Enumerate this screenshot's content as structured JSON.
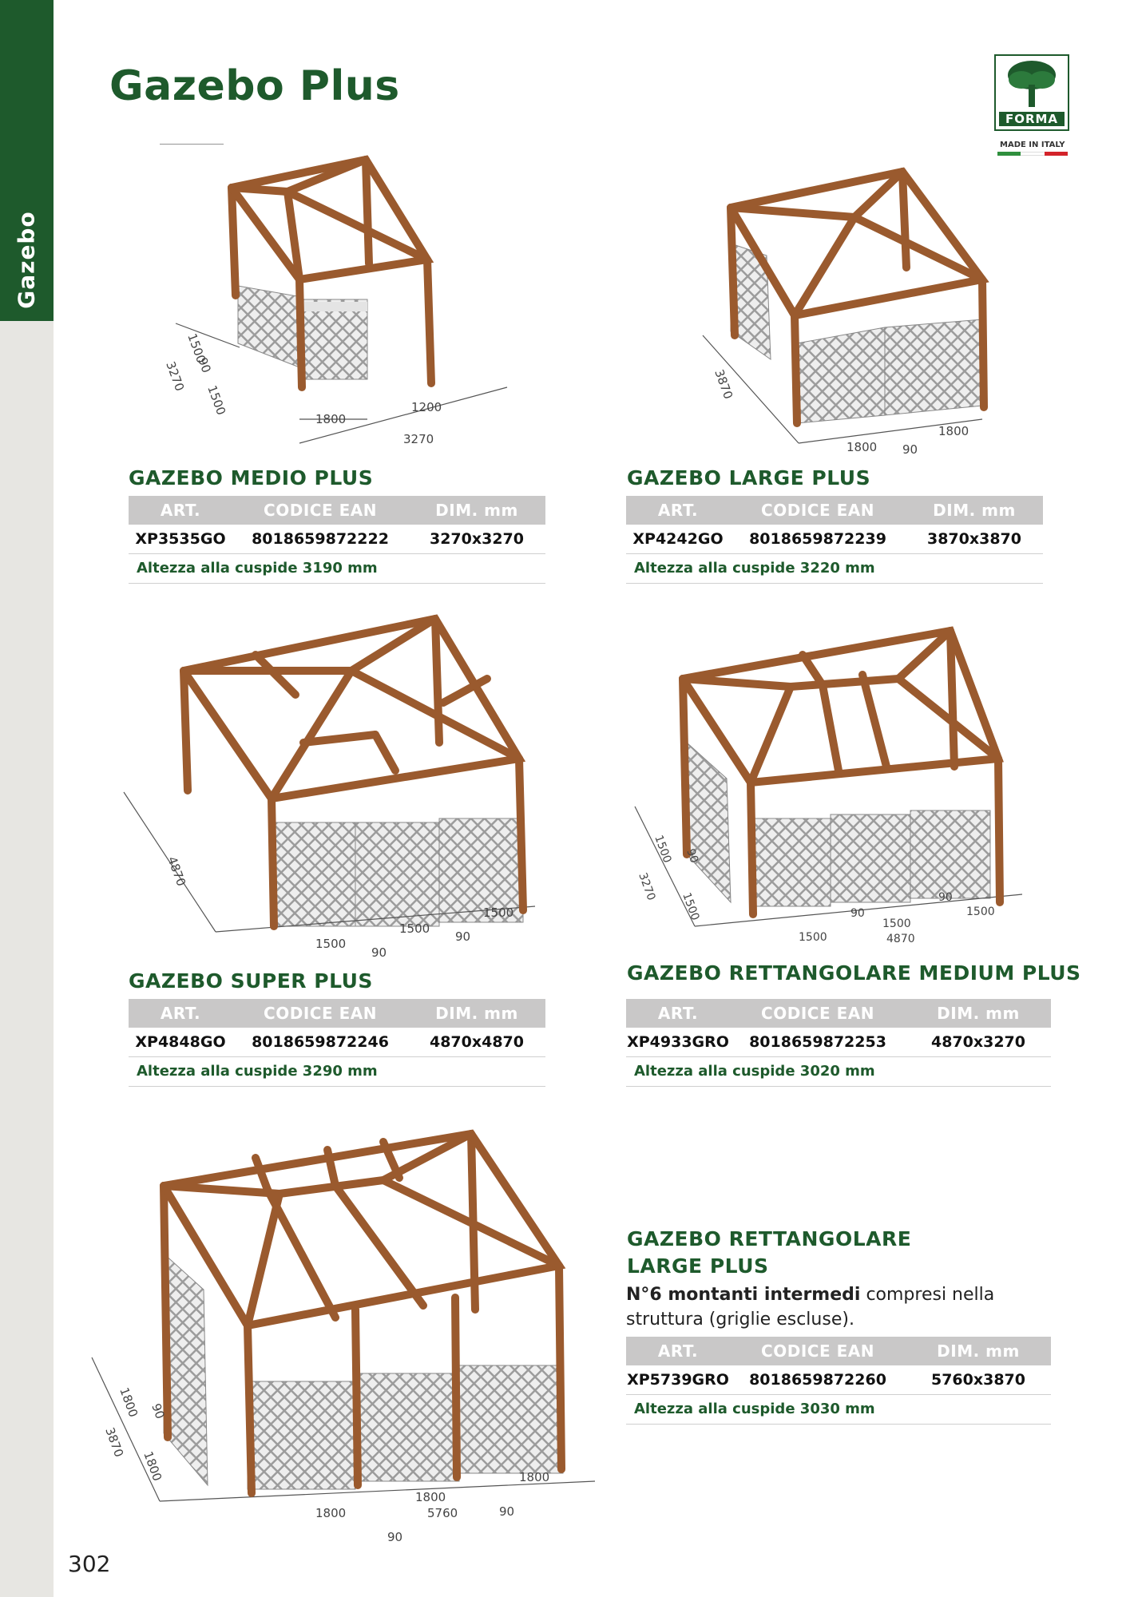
{
  "sidebar": {
    "label": "Gazebo"
  },
  "page": {
    "title": "Gazebo Plus",
    "number": "302"
  },
  "logo": {
    "brand": "FORMA",
    "made_in": "MADE IN ITALY"
  },
  "colors": {
    "brand_green": "#1e5a2c",
    "wood": "#9a5a2e",
    "header_gray": "#c9c8c8",
    "flag_green": "#2f8f3d",
    "flag_red": "#d3232a"
  },
  "table_headers": {
    "art": "ART.",
    "ean": "CODICE EAN",
    "dim": "DIM. mm"
  },
  "products": [
    {
      "title": "GAZEBO MEDIO PLUS",
      "art": "XP3535GO",
      "ean": "8018659872222",
      "dim": "3270x3270",
      "note": "Altezza alla cuspide 3190 mm",
      "dims": [
        "1500",
        "90",
        "3270",
        "1500",
        "1800",
        "1200",
        "3270"
      ]
    },
    {
      "title": "GAZEBO LARGE PLUS",
      "art": "XP4242GO",
      "ean": "8018659872239",
      "dim": "3870x3870",
      "note": "Altezza alla cuspide 3220 mm",
      "dims": [
        "3870",
        "1800",
        "90",
        "1800"
      ]
    },
    {
      "title": "GAZEBO SUPER PLUS",
      "art": "XP4848GO",
      "ean": "8018659872246",
      "dim": "4870x4870",
      "note": "Altezza alla cuspide 3290 mm",
      "dims": [
        "4870",
        "1500",
        "90",
        "1500",
        "90",
        "1500"
      ]
    },
    {
      "title": "GAZEBO RETTANGOLARE MEDIUM PLUS",
      "art": "XP4933GRO",
      "ean": "8018659872253",
      "dim": "4870x3270",
      "note": "Altezza alla cuspide 3020 mm",
      "dims": [
        "1500",
        "90",
        "3270",
        "1500",
        "1500",
        "90",
        "1500",
        "90",
        "1500",
        "4870"
      ]
    },
    {
      "title_line1": "GAZEBO RETTANGOLARE",
      "title_line2": "LARGE PLUS",
      "art": "XP5739GRO",
      "ean": "8018659872260",
      "dim": "5760x3870",
      "note": "Altezza alla cuspide 3030 mm",
      "desc_bold": "N°6 montanti intermedi",
      "desc_rest": " compresi nella struttura (griglie escluse).",
      "dims": [
        "1800",
        "90",
        "3870",
        "1800",
        "1800",
        "1800",
        "5760",
        "90",
        "90",
        "1800"
      ]
    }
  ]
}
